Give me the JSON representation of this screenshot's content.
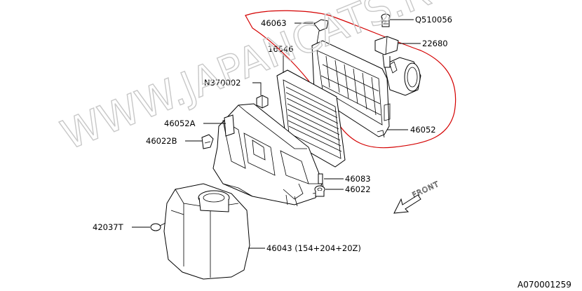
{
  "watermark": "WWW.JAPANCATS.RU",
  "reference_code": "A070001259",
  "direction_label": "FRONT",
  "parts": {
    "p46063": "46063",
    "q510056": "Q510056",
    "p22680": "22680",
    "p16546": "16546",
    "n370002": "N370002",
    "p46052a": "46052A",
    "p46022b": "46022B",
    "p46052": "46052",
    "p46083": "46083",
    "p46022": "46022",
    "p42037t": "42037T",
    "p46043": "46043 (154+204+20Z)"
  }
}
